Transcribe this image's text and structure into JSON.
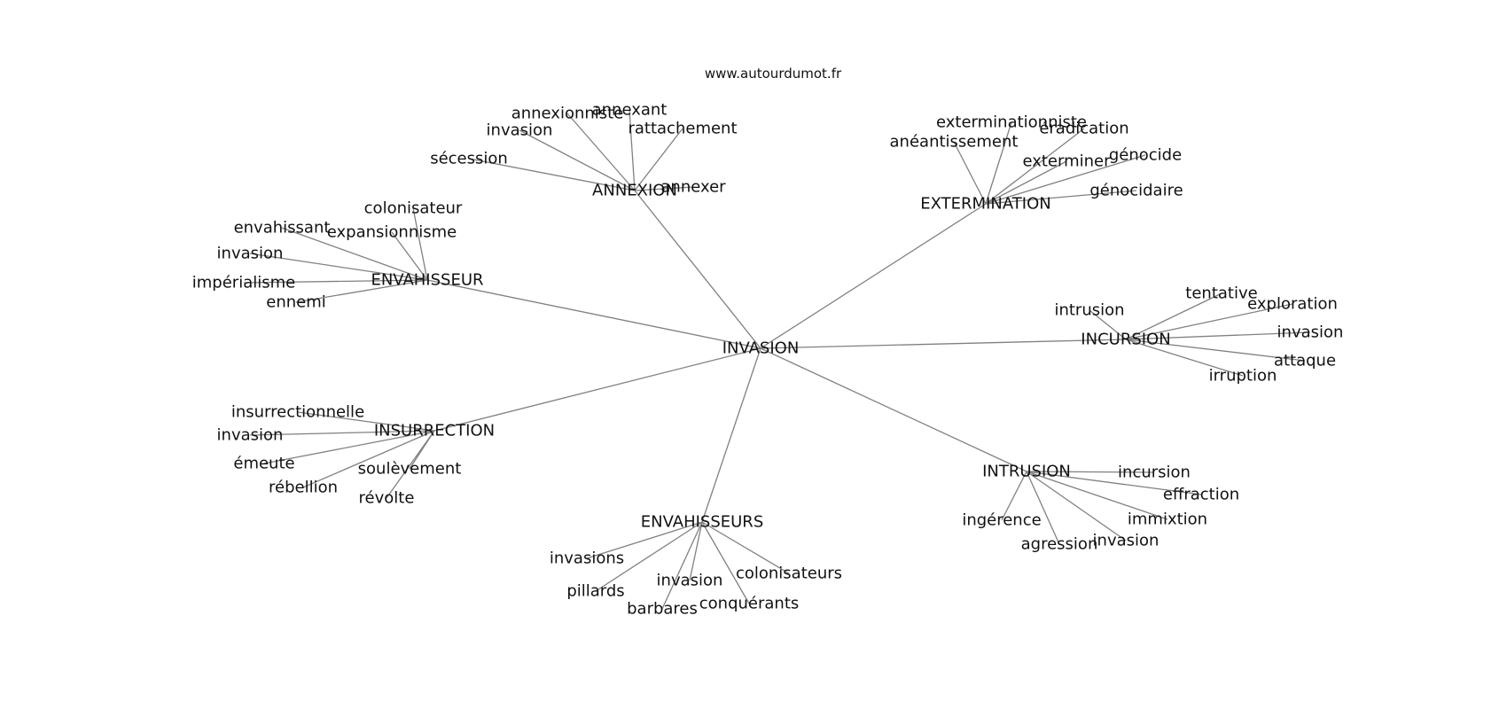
{
  "source": "www.autourdumot.fr",
  "center": "INVASION",
  "clusters": [
    {
      "label": "ANNEXION",
      "words": [
        "sécession",
        "invasion",
        "annexionniste",
        "annexant",
        "rattachement",
        "annexer"
      ]
    },
    {
      "label": "EXTERMINATION",
      "words": [
        "anéantissement",
        "exterminationniste",
        "éradication",
        "exterminer",
        "génocide",
        "génocidaire"
      ]
    },
    {
      "label": "ENVAHISSEUR",
      "words": [
        "colonisateur",
        "envahissant",
        "expansionnisme",
        "invasion",
        "impérialisme",
        "ennemi"
      ]
    },
    {
      "label": "INCURSION",
      "words": [
        "intrusion",
        "tentative",
        "exploration",
        "invasion",
        "attaque",
        "irruption"
      ]
    },
    {
      "label": "INSURRECTION",
      "words": [
        "insurrectionnelle",
        "invasion",
        "émeute",
        "rébellion",
        "soulèvement",
        "révolte"
      ]
    },
    {
      "label": "INTRUSION",
      "words": [
        "incursion",
        "effraction",
        "immixtion",
        "ingérence",
        "agression",
        "invasion"
      ]
    },
    {
      "label": "ENVAHISSEURS",
      "words": [
        "invasions",
        "pillards",
        "invasion",
        "barbares",
        "conquérants",
        "colonisateurs"
      ]
    }
  ]
}
